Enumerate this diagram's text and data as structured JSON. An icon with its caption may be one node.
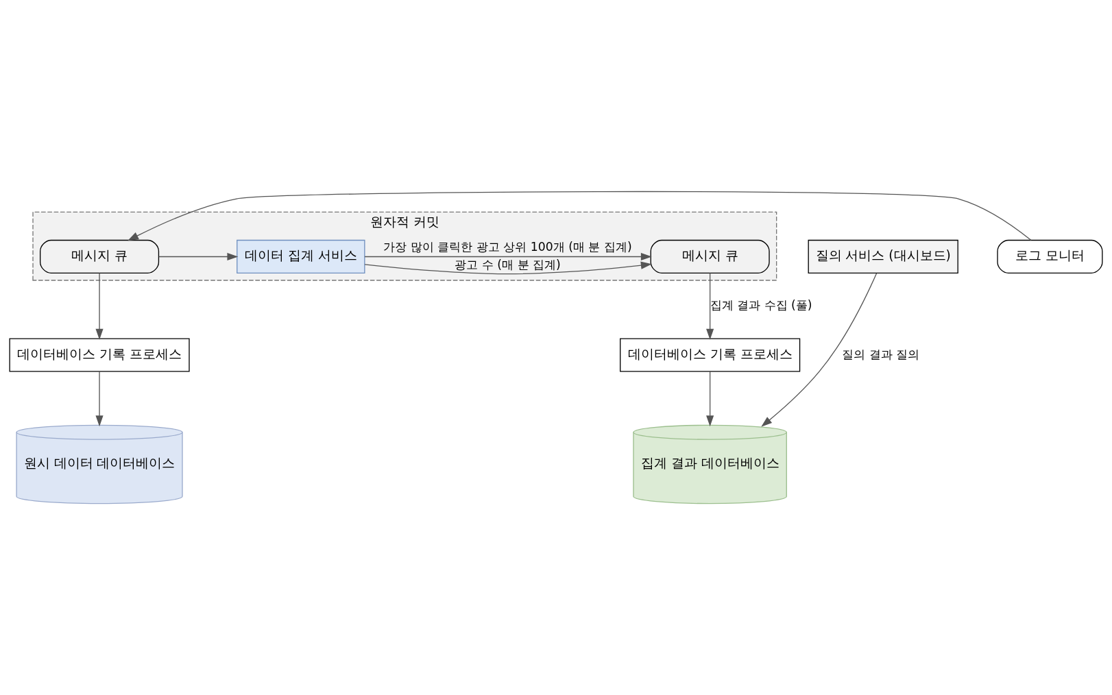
{
  "diagram": {
    "nodes": [
      {
        "text": [
          "원자적 커밋"
        ]
      },
      {
        "text": [
          "로그 모니터"
        ]
      },
      {
        "text": [
          "메시지 큐"
        ],
        "in": 0
      },
      {
        "text": [
          "데이터 집계 서비스"
        ],
        "in": 0
      },
      {
        "text": [
          "메시지 큐"
        ],
        "in": 0
      },
      {
        "text": [
          "데이터베이스 기록 프로세스"
        ]
      },
      {
        "text": [
          "원시 데이터 데이터베이스"
        ]
      },
      {
        "text": [
          "데이터베이스 기록 프로세스"
        ]
      },
      {
        "text": [
          "집계 결과 데이터베이스"
        ]
      },
      {
        "text": [
          "질의 서비스 (대시보드)"
        ]
      }
    ],
    "edges": [
      {
        "from": 1,
        "to": 2,
        "arrow": "to"
      },
      {
        "from": 2,
        "to": 3,
        "arrow": "to"
      },
      {
        "from": 3,
        "to": 4,
        "arrow": "to",
        "label": "광고 수 (매 분 집계)"
      },
      {
        "from": 3,
        "to": 4,
        "arrow": "to",
        "label": "가장 많이 클릭한 광고 상위 100개 (매 분 집계)"
      },
      {
        "from": 2,
        "to": 5,
        "arrow": "to"
      },
      {
        "from": 5,
        "to": 6,
        "arrow": "to"
      },
      {
        "from": 4,
        "to": 7,
        "arrow": "to",
        "label": "집계 결과 수집 (풀)"
      },
      {
        "from": 7,
        "to": 8,
        "arrow": "to"
      },
      {
        "from": 9,
        "to": 8,
        "arrow": "to",
        "label": "질의 결과 질의"
      }
    ]
  }
}
